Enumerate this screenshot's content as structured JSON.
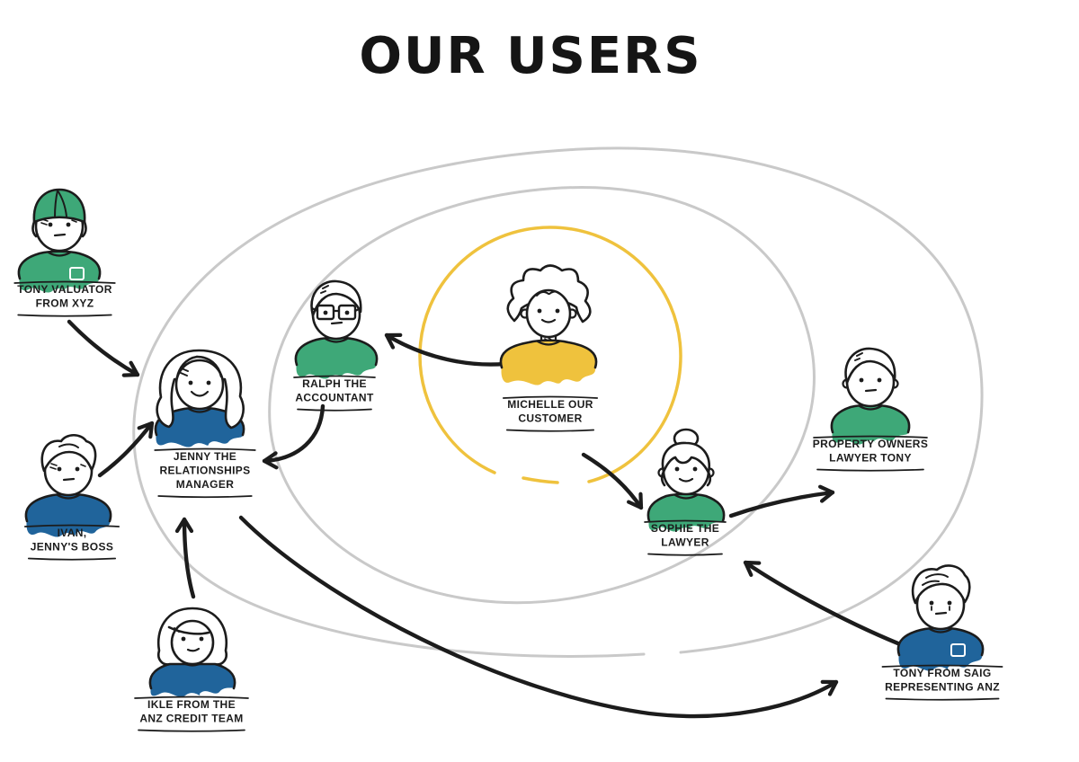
{
  "title": "OUR USERS",
  "colors": {
    "ink": "#1c1c1c",
    "ring_gray": "#c9c9c9",
    "customer_ring": "#efc23d",
    "green": "#3ea878",
    "blue": "#20649b",
    "yellow": "#efc23d",
    "background": "#ffffff"
  },
  "rings": [
    {
      "name": "customer-circle",
      "color": "#efc23d"
    },
    {
      "name": "inner-stakeholders-circle",
      "color": "#c9c9c9"
    },
    {
      "name": "outer-stakeholders-circle",
      "color": "#c9c9c9"
    }
  ],
  "personas": [
    {
      "id": "michelle",
      "label_lines": [
        "MICHELLE OUR",
        "CUSTOMER"
      ],
      "shirt_color_key": "yellow",
      "ring": "customer"
    },
    {
      "id": "ralph",
      "label_lines": [
        "RALPH THE",
        "ACCOUNTANT"
      ],
      "shirt_color_key": "green",
      "ring": "inner"
    },
    {
      "id": "sophie",
      "label_lines": [
        "SOPHIE THE",
        "LAWYER"
      ],
      "shirt_color_key": "green",
      "ring": "inner"
    },
    {
      "id": "jenny",
      "label_lines": [
        "JENNY THE",
        "RELATIONSHIPS",
        "MANAGER"
      ],
      "shirt_color_key": "blue",
      "ring": "outer"
    },
    {
      "id": "property-tony",
      "label_lines": [
        "PROPERTY OWNERS",
        "LAWYER TONY"
      ],
      "shirt_color_key": "green",
      "ring": "outer"
    },
    {
      "id": "tony-valuator",
      "label_lines": [
        "TONY VALUATOR",
        "FROM XYZ"
      ],
      "shirt_color_key": "green",
      "ring": "outside"
    },
    {
      "id": "ivan",
      "label_lines": [
        "IVAN,",
        "JENNY'S BOSS"
      ],
      "shirt_color_key": "blue",
      "ring": "outside"
    },
    {
      "id": "ikle",
      "label_lines": [
        "IKLE FROM THE",
        "ANZ CREDIT TEAM"
      ],
      "shirt_color_key": "blue",
      "ring": "outside"
    },
    {
      "id": "tony-saig",
      "label_lines": [
        "TONY FROM SAIG",
        "REPRESENTING ANZ"
      ],
      "shirt_color_key": "blue",
      "ring": "outside"
    }
  ],
  "connections": [
    {
      "from": "tony-valuator",
      "to": "jenny"
    },
    {
      "from": "ivan",
      "to": "jenny"
    },
    {
      "from": "michelle",
      "to": "ralph"
    },
    {
      "from": "ralph",
      "to": "jenny"
    },
    {
      "from": "michelle",
      "to": "sophie"
    },
    {
      "from": "ikle",
      "to": "jenny"
    },
    {
      "from": "jenny",
      "to": "tony-saig"
    },
    {
      "from": "tony-saig",
      "to": "sophie"
    },
    {
      "from": "sophie",
      "to": "property-tony"
    }
  ]
}
